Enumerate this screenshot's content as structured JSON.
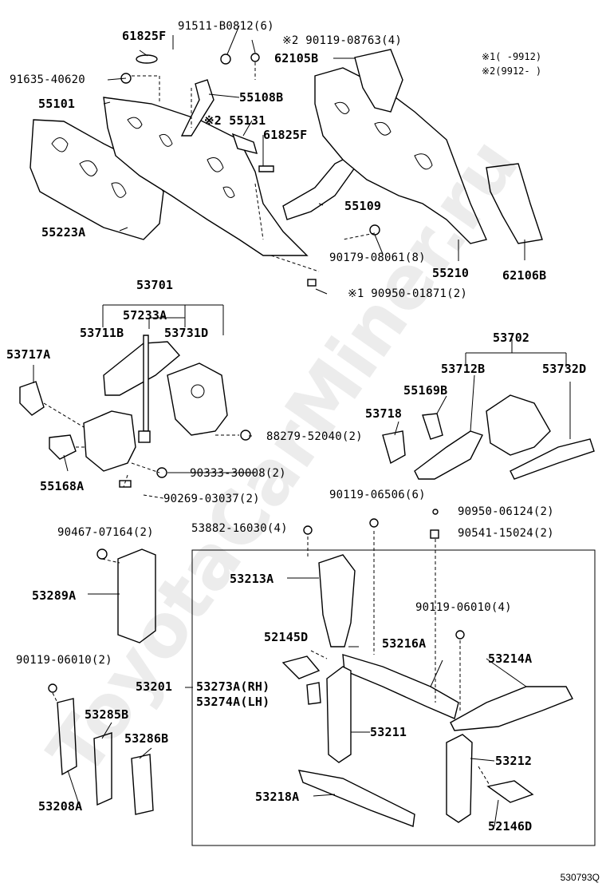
{
  "notes": [
    {
      "id": "n1",
      "mark": "※1",
      "range": "(      -9912)"
    },
    {
      "id": "n2",
      "mark": "※2",
      "range": "(9912-      )"
    }
  ],
  "labels": [
    {
      "id": "61825F-a",
      "text": "61825F"
    },
    {
      "id": "91511-B0812",
      "text": "91511-B0812(6)"
    },
    {
      "id": "90119-08763",
      "text": "※2 90119-08763(4)"
    },
    {
      "id": "62105B",
      "text": "62105B"
    },
    {
      "id": "91635-40620",
      "text": "91635-40620"
    },
    {
      "id": "55101",
      "text": "55101"
    },
    {
      "id": "55108B",
      "text": "55108B"
    },
    {
      "id": "55131",
      "text": "※2 55131"
    },
    {
      "id": "61825F-b",
      "text": "61825F"
    },
    {
      "id": "55223A",
      "text": "55223A"
    },
    {
      "id": "55109",
      "text": "55109"
    },
    {
      "id": "90179-08061",
      "text": "90179-08061(8)"
    },
    {
      "id": "55210",
      "text": "55210"
    },
    {
      "id": "62106B",
      "text": "62106B"
    },
    {
      "id": "90950-01871",
      "text": "※1 90950-01871(2)"
    },
    {
      "id": "53701",
      "text": "53701"
    },
    {
      "id": "57233A",
      "text": "57233A"
    },
    {
      "id": "53711B",
      "text": "53711B"
    },
    {
      "id": "53731D",
      "text": "53731D"
    },
    {
      "id": "53717A",
      "text": "53717A"
    },
    {
      "id": "53702",
      "text": "53702"
    },
    {
      "id": "53712B",
      "text": "53712B"
    },
    {
      "id": "53732D",
      "text": "53732D"
    },
    {
      "id": "55169B",
      "text": "55169B"
    },
    {
      "id": "53718",
      "text": "53718"
    },
    {
      "id": "88279-52040",
      "text": "88279-52040(2)"
    },
    {
      "id": "90333-30008",
      "text": "90333-30008(2)"
    },
    {
      "id": "55168A",
      "text": "55168A"
    },
    {
      "id": "90269-03037",
      "text": "90269-03037(2)"
    },
    {
      "id": "90119-06506",
      "text": "90119-06506(6)"
    },
    {
      "id": "90950-06124",
      "text": "90950-06124(2)"
    },
    {
      "id": "90467-07164",
      "text": "90467-07164(2)"
    },
    {
      "id": "53882-16030",
      "text": "53882-16030(4)"
    },
    {
      "id": "90541-15024",
      "text": "90541-15024(2)"
    },
    {
      "id": "53213A",
      "text": "53213A"
    },
    {
      "id": "53289A",
      "text": "53289A"
    },
    {
      "id": "90119-06010-a",
      "text": "90119-06010(4)"
    },
    {
      "id": "52145D",
      "text": "52145D"
    },
    {
      "id": "53216A",
      "text": "53216A"
    },
    {
      "id": "53214A",
      "text": "53214A"
    },
    {
      "id": "90119-06010-b",
      "text": "90119-06010(2)"
    },
    {
      "id": "53201",
      "text": "53201"
    },
    {
      "id": "53273A",
      "text": "53273A(RH)"
    },
    {
      "id": "53274A",
      "text": "53274A(LH)"
    },
    {
      "id": "53285B",
      "text": "53285B"
    },
    {
      "id": "53211",
      "text": "53211"
    },
    {
      "id": "53286B",
      "text": "53286B"
    },
    {
      "id": "53212",
      "text": "53212"
    },
    {
      "id": "53208A",
      "text": "53208A"
    },
    {
      "id": "53218A",
      "text": "53218A"
    },
    {
      "id": "52146D",
      "text": "52146D"
    }
  ],
  "watermark": "ToyotaCarMiner.ru",
  "diagram_code": "530793Q"
}
